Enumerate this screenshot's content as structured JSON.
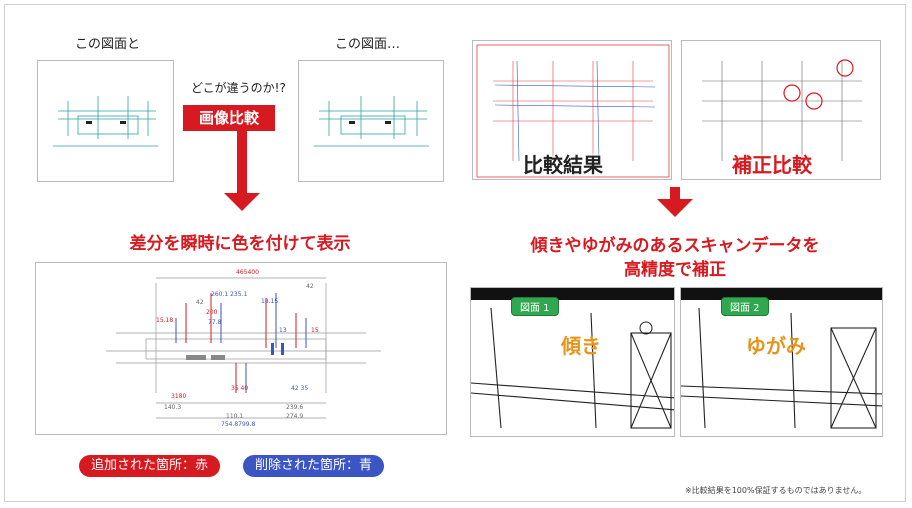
{
  "left": {
    "label_a": "この図面と",
    "label_b": "この図面…",
    "question": "どこが違うのか!?",
    "compare_label": "画像比較",
    "heading": "差分を瞬時に色を付けて表示",
    "legend_added": "追加された箇所：赤",
    "legend_removed": "削除された箇所：青",
    "dims": [
      "465400",
      "260.1 235.1",
      "18.15",
      "42",
      "42",
      "200",
      "77.8",
      "15.18",
      "13",
      "15",
      "3180",
      "35 40",
      "42 35",
      "754.8799.8",
      "140.3",
      "110.1",
      "239.6",
      "274.9"
    ]
  },
  "right": {
    "result_label": "比較結果",
    "correction_label": "補正比較",
    "heading_line1": "傾きやゆがみのあるスキャンデータを",
    "heading_line2": "高精度で補正",
    "tag1": "図面 1",
    "tag2": "図面 2",
    "word1": "傾き",
    "word2": "ゆがみ",
    "disclaimer": "※比較結果を100%保証するものではありません。"
  },
  "colors": {
    "accent": "#d71920",
    "added": "#d71920",
    "removed": "#3b56c4",
    "tag": "#2fa84f",
    "word": "#e89419"
  }
}
